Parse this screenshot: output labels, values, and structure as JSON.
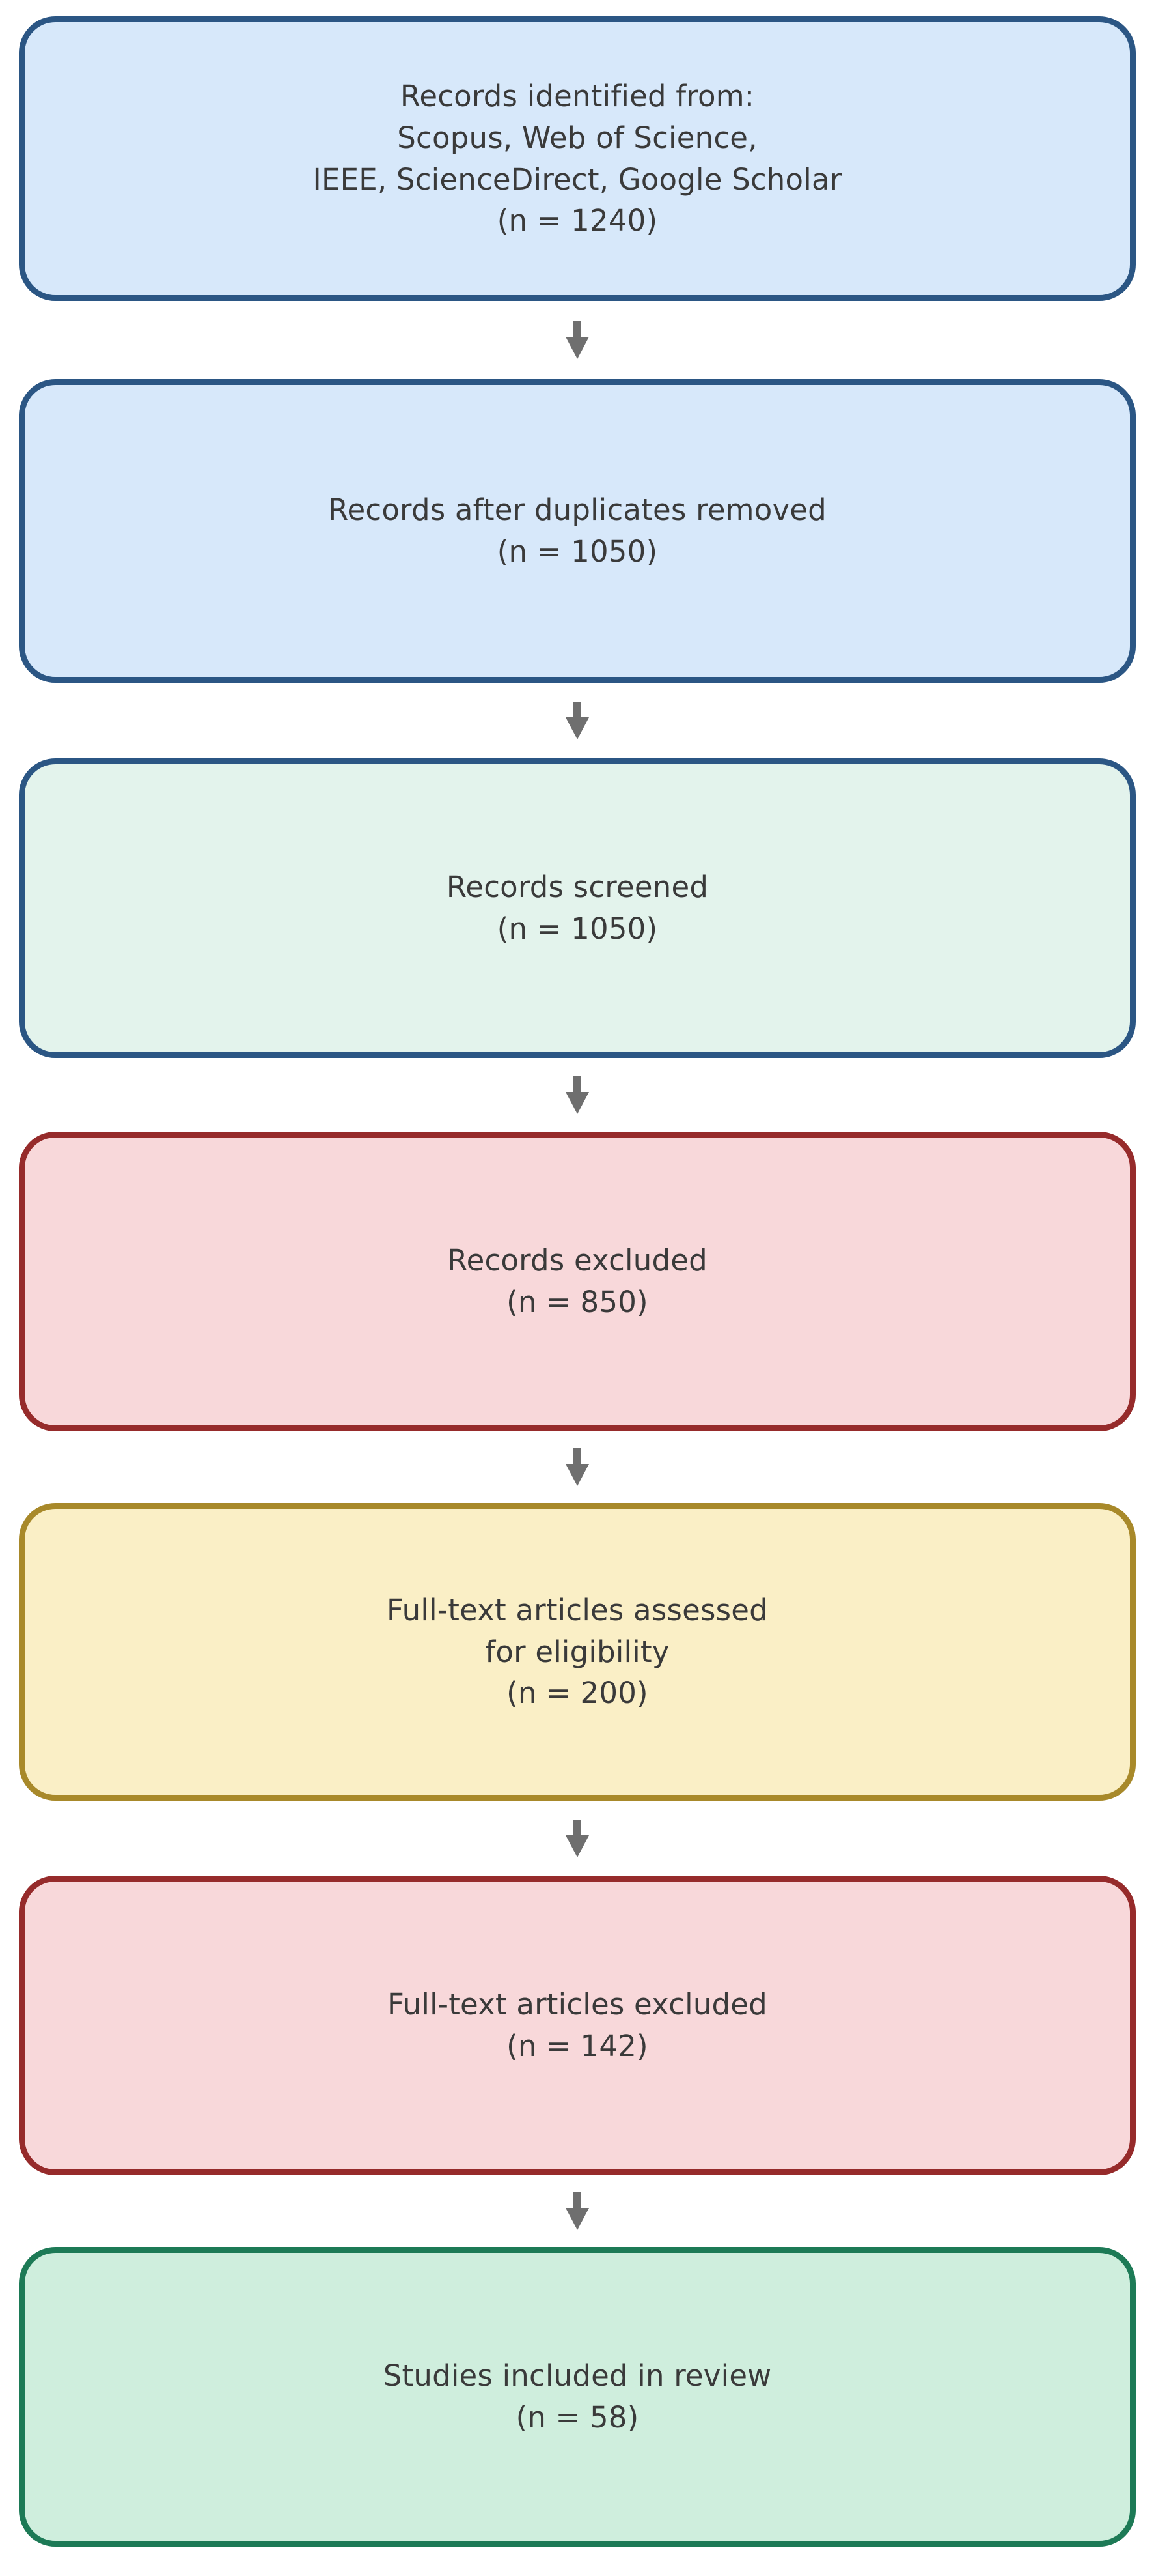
{
  "diagram": {
    "kind": "prisma-flowchart",
    "direction": "top-down",
    "background_color": "#ffffff",
    "text_color": "#3a3a3a",
    "connector_arrows": {
      "count": 6,
      "direction": "down",
      "color": "#6f6f6f"
    },
    "boxes": [
      {
        "name": "records-identified",
        "text": "Records identified from:\nScopus, Web of Science,\nIEEE, ScienceDirect, Google Scholar\n(n = 1240)",
        "n": 1240,
        "fill": "#d7e8fa",
        "border": "#2b5684"
      },
      {
        "name": "records-after-duplicates-removed",
        "text": "Records after duplicates removed\n(n = 1050)",
        "n": 1050,
        "fill": "#d7e8fa",
        "border": "#2b5684"
      },
      {
        "name": "records-screened",
        "text": "Records screened\n(n = 1050)",
        "n": 1050,
        "fill": "#e3f3ec",
        "border": "#2b5684"
      },
      {
        "name": "records-excluded",
        "text": "Records excluded\n(n = 850)",
        "n": 850,
        "fill": "#f8d8da",
        "border": "#962b2b"
      },
      {
        "name": "full-text-articles-assessed",
        "text": "Full-text articles assessed\nfor eligibility\n(n = 200)",
        "n": 200,
        "fill": "#faefc6",
        "border": "#a8892a"
      },
      {
        "name": "full-text-articles-excluded",
        "text": "Full-text articles excluded\n(n = 142)",
        "n": 142,
        "fill": "#f8d8da",
        "border": "#962b2b"
      },
      {
        "name": "studies-included-in-review",
        "text": "Studies included in review\n(n = 58)",
        "n": 58,
        "fill": "#cfeedd",
        "border": "#1d7a56"
      }
    ]
  }
}
